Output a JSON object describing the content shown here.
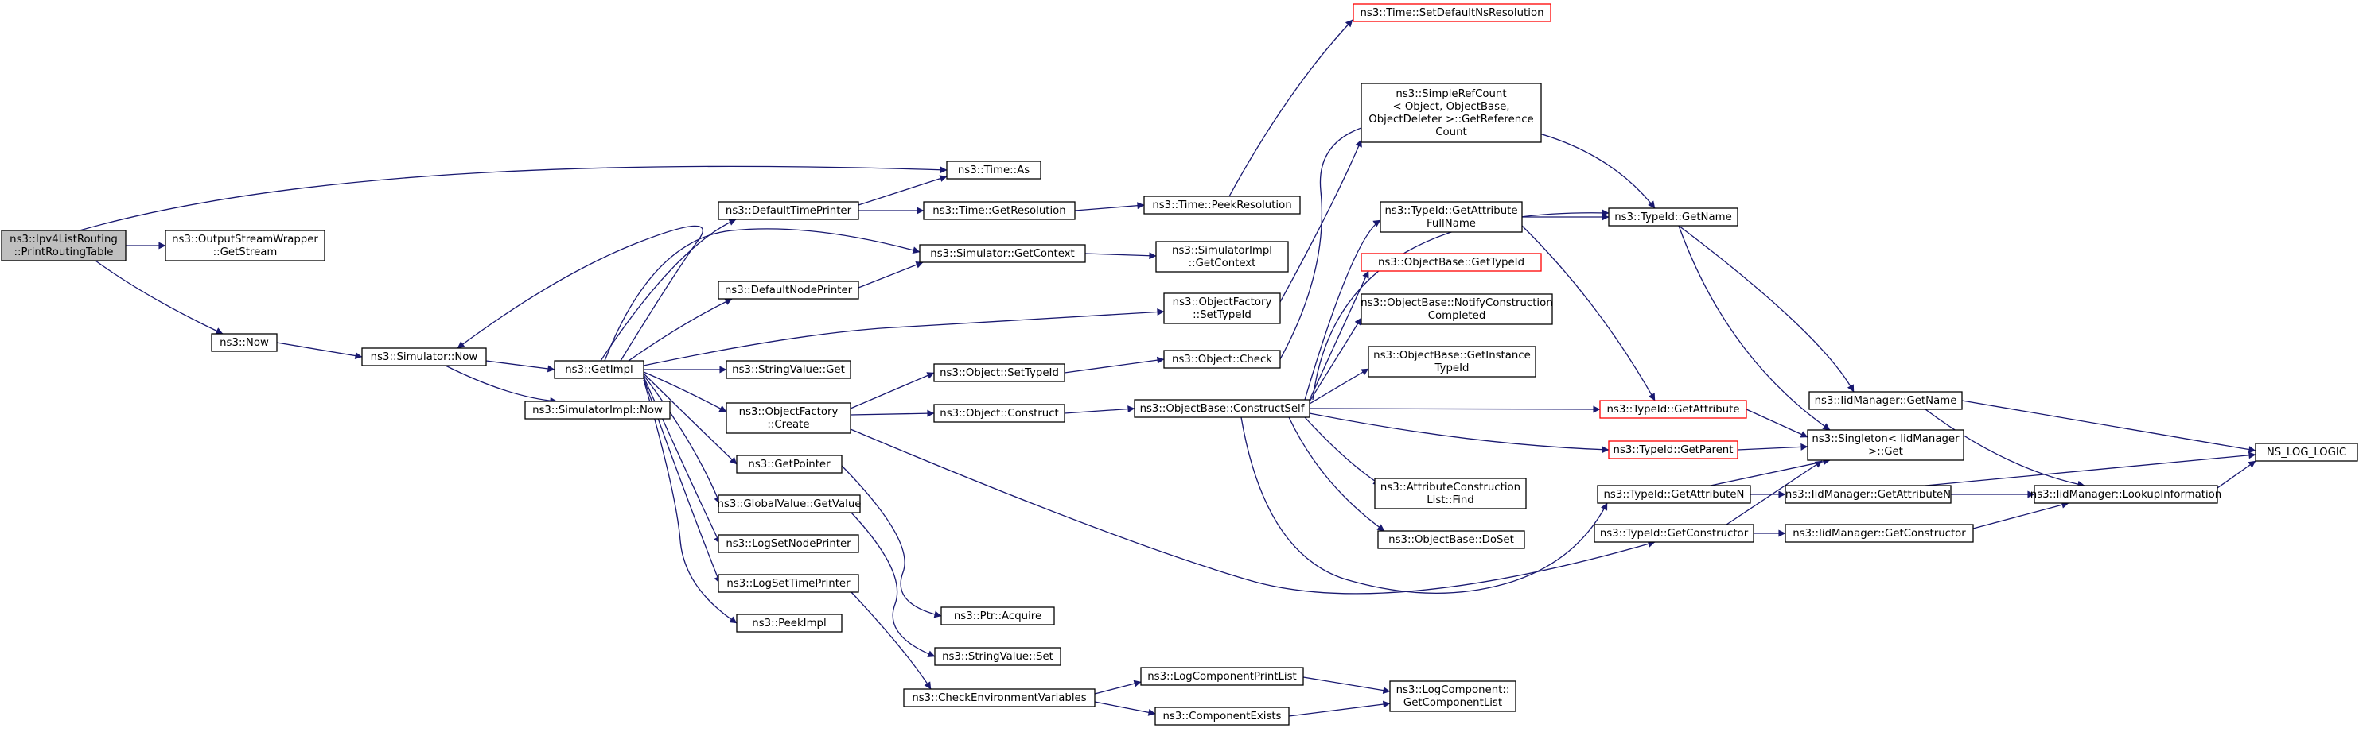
{
  "colors": {
    "edge": "#191970",
    "node_border": "#000000",
    "missing_border": "#ff0000",
    "root_fill": "#bfbfbf"
  },
  "nodes": [
    {
      "id": "root",
      "lines": [
        "ns3::Ipv4ListRouting",
        "::PrintRoutingTable"
      ],
      "style": "root"
    },
    {
      "id": "osw",
      "lines": [
        "ns3::OutputStreamWrapper",
        "::GetStream"
      ]
    },
    {
      "id": "now",
      "lines": [
        "ns3::Now"
      ]
    },
    {
      "id": "simnow",
      "lines": [
        "ns3::Simulator::Now"
      ]
    },
    {
      "id": "getimpl",
      "lines": [
        "ns3::GetImpl"
      ]
    },
    {
      "id": "simimplnow",
      "lines": [
        "ns3::SimulatorImpl::Now"
      ]
    },
    {
      "id": "dtp",
      "lines": [
        "ns3::DefaultTimePrinter"
      ]
    },
    {
      "id": "dnp",
      "lines": [
        "ns3::DefaultNodePrinter"
      ]
    },
    {
      "id": "strget",
      "lines": [
        "ns3::StringValue::Get"
      ]
    },
    {
      "id": "ofcreate",
      "lines": [
        "ns3::ObjectFactory",
        "::Create"
      ]
    },
    {
      "id": "getpointer",
      "lines": [
        "ns3::GetPointer"
      ]
    },
    {
      "id": "gvgetvalue",
      "lines": [
        "ns3::GlobalValue::GetValue"
      ]
    },
    {
      "id": "lsnp",
      "lines": [
        "ns3::LogSetNodePrinter"
      ]
    },
    {
      "id": "lstp",
      "lines": [
        "ns3::LogSetTimePrinter"
      ]
    },
    {
      "id": "peekimpl",
      "lines": [
        "ns3::PeekImpl"
      ]
    },
    {
      "id": "timeas",
      "lines": [
        "ns3::Time::As"
      ]
    },
    {
      "id": "timegetres",
      "lines": [
        "ns3::Time::GetResolution"
      ]
    },
    {
      "id": "simgetctx",
      "lines": [
        "ns3::Simulator::GetContext"
      ]
    },
    {
      "id": "objsettid",
      "lines": [
        "ns3::Object::SetTypeId"
      ]
    },
    {
      "id": "objconstruct",
      "lines": [
        "ns3::Object::Construct"
      ]
    },
    {
      "id": "ptracquire",
      "lines": [
        "ns3::Ptr::Acquire"
      ]
    },
    {
      "id": "strset",
      "lines": [
        "ns3::StringValue::Set"
      ]
    },
    {
      "id": "cev",
      "lines": [
        "ns3::CheckEnvironmentVariables"
      ]
    },
    {
      "id": "timepeek",
      "lines": [
        "ns3::Time::PeekResolution"
      ]
    },
    {
      "id": "simimplctx",
      "lines": [
        "ns3::SimulatorImpl",
        "::GetContext"
      ]
    },
    {
      "id": "ofsettid",
      "lines": [
        "ns3::ObjectFactory",
        "::SetTypeId"
      ]
    },
    {
      "id": "objcheck",
      "lines": [
        "ns3::Object::Check"
      ]
    },
    {
      "id": "obconstructself",
      "lines": [
        "ns3::ObjectBase::ConstructSelf"
      ]
    },
    {
      "id": "lcpl",
      "lines": [
        "ns3::LogComponentPrintList"
      ]
    },
    {
      "id": "compexists",
      "lines": [
        "ns3::ComponentExists"
      ]
    },
    {
      "id": "timesetdef",
      "lines": [
        "ns3::Time::SetDefaultNsResolution"
      ],
      "style": "red"
    },
    {
      "id": "simplerc",
      "lines": [
        "ns3::SimpleRefCount",
        "< Object, ObjectBase,",
        "ObjectDeleter >::GetReference",
        "Count"
      ]
    },
    {
      "id": "tidgafn",
      "lines": [
        "ns3::TypeId::GetAttribute",
        "FullName"
      ]
    },
    {
      "id": "obgettid",
      "lines": [
        "ns3::ObjectBase::GetTypeId"
      ],
      "style": "red"
    },
    {
      "id": "obnotify",
      "lines": [
        "ns3::ObjectBase::NotifyConstruction",
        "Completed"
      ]
    },
    {
      "id": "obgetinst",
      "lines": [
        "ns3::ObjectBase::GetInstance",
        "TypeId"
      ]
    },
    {
      "id": "acfind",
      "lines": [
        "ns3::AttributeConstruction",
        "List::Find"
      ]
    },
    {
      "id": "obdoset",
      "lines": [
        "ns3::ObjectBase::DoSet"
      ]
    },
    {
      "id": "tidgetattrn",
      "lines": [
        "ns3::TypeId::GetAttributeN"
      ]
    },
    {
      "id": "tidgetctor",
      "lines": [
        "ns3::TypeId::GetConstructor"
      ]
    },
    {
      "id": "lcgcl",
      "lines": [
        "ns3::LogComponent::",
        "GetComponentList"
      ]
    },
    {
      "id": "tidgetname",
      "lines": [
        "ns3::TypeId::GetName"
      ]
    },
    {
      "id": "tidgetattr",
      "lines": [
        "ns3::TypeId::GetAttribute"
      ],
      "style": "red"
    },
    {
      "id": "tidgetparent",
      "lines": [
        "ns3::TypeId::GetParent"
      ],
      "style": "red"
    },
    {
      "id": "singleton",
      "lines": [
        "ns3::Singleton< IidManager",
        ">::Get"
      ]
    },
    {
      "id": "iidgetname",
      "lines": [
        "ns3::IidManager::GetName"
      ]
    },
    {
      "id": "iidgetattrn",
      "lines": [
        "ns3::IidManager::GetAttributeN"
      ]
    },
    {
      "id": "iidgetctor",
      "lines": [
        "ns3::IidManager::GetConstructor"
      ]
    },
    {
      "id": "iidlookup",
      "lines": [
        "ns3::IidManager::LookupInformation"
      ]
    },
    {
      "id": "nslog",
      "lines": [
        "NS_LOG_LOGIC"
      ]
    }
  ]
}
